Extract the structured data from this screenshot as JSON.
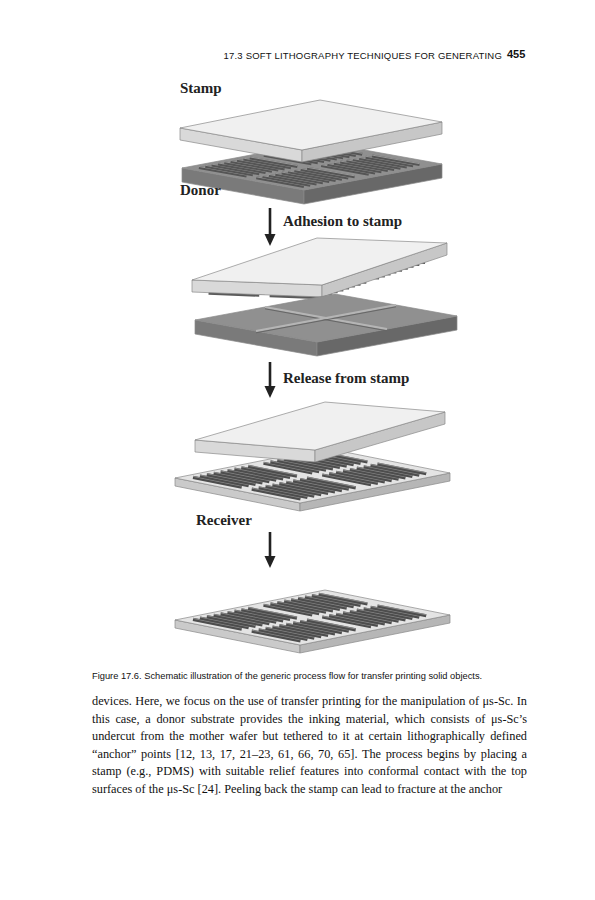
{
  "diagram": {
    "caption": "Figure 17.6. Schematic illustration of the generic process flow for transfer printing solid objects.",
    "labels": [
      "17.3 SOFT LITHOGRAPHY TECHNIQUES FOR GENERATING",
      "455",
      "Stamp",
      "Donor",
      "Adhesion to stamp",
      "Release from stamp",
      "Receiver",
      "devices. Here, we focus on the use of transfer printing for the manipulation of μs-Sc. In this case, a donor substrate provides the inking material, which consists of μs-Sc’s undercut from the mother wafer but tethered to it at certain lithographically defined “anchor” points [12, 13, 17, 21–23, 61, 66, 70, 65]. The process begins by placing a stamp (e.g., PDMS) with suitable relief features into conformal contact with the top surfaces of the μs-Sc [24]. Peeling back the stamp can lead to fracture at the anchor"
    ]
  }
}
